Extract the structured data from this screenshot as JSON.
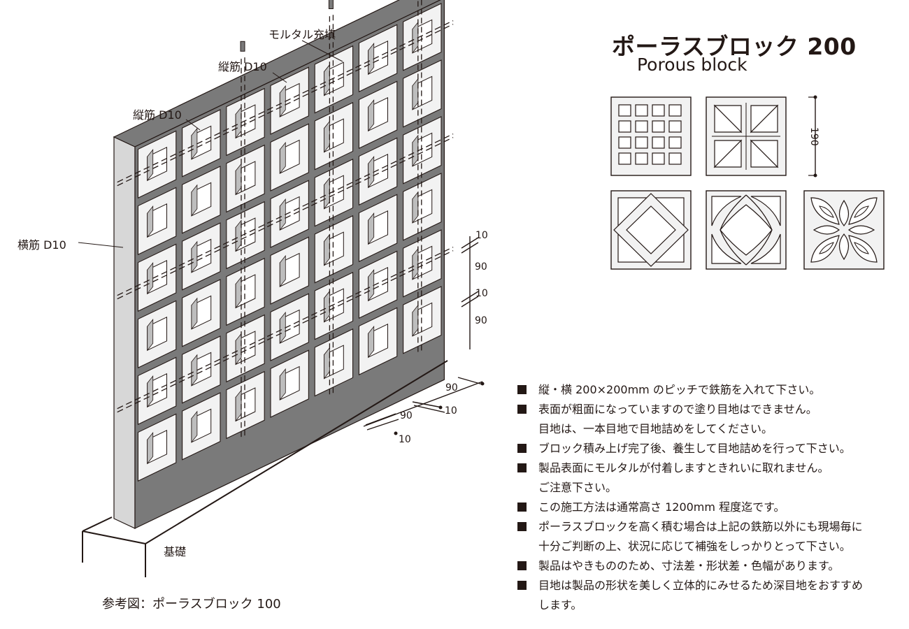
{
  "heading": {
    "title": "ポーラスブロック 200",
    "subtitle": "Porous block"
  },
  "diagram": {
    "labels": {
      "mortar": "モルタル充填",
      "vertical_bar_1": "縦筋 D10",
      "vertical_bar_2": "縦筋 D10",
      "horizontal_bar": "横筋 D10",
      "foundation": "基礎"
    },
    "dimensions_vertical": [
      "10",
      "90",
      "10",
      "90"
    ],
    "dimensions_horizontal": [
      "90",
      "10",
      "90",
      "10"
    ],
    "caption": "参考図：ポーラスブロック 100"
  },
  "patterns": {
    "height_label": "190",
    "items": [
      {
        "name": "grid-pattern-icon"
      },
      {
        "name": "star-pattern-icon"
      },
      {
        "name": "diamond-pattern-icon"
      },
      {
        "name": "curved-lattice-pattern-icon"
      },
      {
        "name": "flower-pattern-icon"
      }
    ]
  },
  "notes": [
    {
      "lines": [
        "縦・横 200×200mm のピッチで鉄筋を入れて下さい。"
      ]
    },
    {
      "lines": [
        "表面が粗面になっていますので塗り目地はできません。",
        "目地は、一本目地で目地詰めをしてください。"
      ]
    },
    {
      "lines": [
        "ブロック積み上げ完了後、養生して目地詰めを行って下さい。"
      ]
    },
    {
      "lines": [
        "製品表面にモルタルが付着しますときれいに取れません。",
        "ご注意下さい。"
      ]
    },
    {
      "lines": [
        "この施工方法は通常高さ 1200mm 程度迄です。"
      ]
    },
    {
      "lines": [
        "ポーラスブロックを高く積む場合は上記の鉄筋以外にも現場毎に",
        "十分ご判断の上、状況に応じて補強をしっかりとって下さい。"
      ]
    },
    {
      "lines": [
        "製品はやきもののため、寸法差・形状差・色幅があります。"
      ]
    },
    {
      "lines": [
        "目地は製品の形状を美しく立体的にみせるため深目地をおすすめ",
        "します。"
      ]
    }
  ],
  "colors": {
    "ink": "#231815",
    "block_face": "#f2f2f2",
    "block_side": "#d7d7d7",
    "mortar": "#7a7a7a",
    "inner_shadow": "#bdbdbd"
  }
}
